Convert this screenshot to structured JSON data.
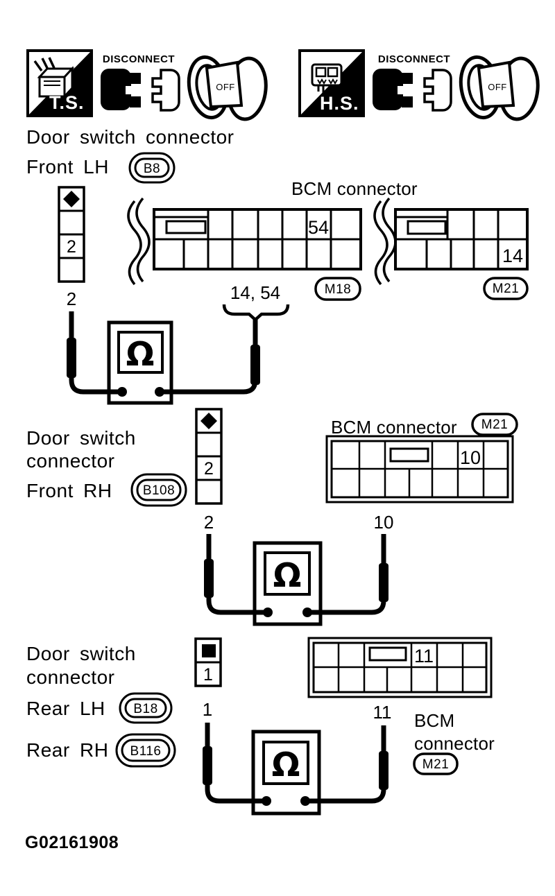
{
  "figure_code": "G02161908",
  "badges": {
    "ts": {
      "tool": "T.S.",
      "disconnect": "DISCONNECT",
      "key": "OFF"
    },
    "hs": {
      "tool": "H.S.",
      "disconnect": "DISCONNECT",
      "key": "OFF"
    }
  },
  "front_lh": {
    "title": "Door switch connector",
    "label": "Front LH",
    "code": "B8",
    "bcm_title": "BCM connector",
    "strip_cell_pin": "2",
    "pin": "2",
    "probe_pins": "14, 54",
    "m18_pin": "54",
    "m18_code": "M18",
    "m21_pin": "14",
    "m21_code": "M21",
    "meter_symbol": "Ω"
  },
  "front_rh": {
    "title_line1": "Door switch",
    "title_line2": "connector",
    "label": "Front RH",
    "code": "B108",
    "bcm_title": "BCM connector",
    "bcm_code": "M21",
    "strip_cell_pin": "2",
    "pin": "2",
    "bcm_cell_pin": "10",
    "bcm_pin": "10",
    "meter_symbol": "Ω"
  },
  "rear": {
    "title_line1": "Door switch",
    "title_line2": "connector",
    "label_lh": "Rear LH",
    "code_lh": "B18",
    "label_rh": "Rear RH",
    "code_rh": "B116",
    "strip_cell_pin": "1",
    "pin": "1",
    "bcm_cell_pin": "11",
    "bcm_pin": "11",
    "bcm_title_line1": "BCM",
    "bcm_title_line2": "connector",
    "bcm_code": "M21",
    "meter_symbol": "Ω"
  }
}
